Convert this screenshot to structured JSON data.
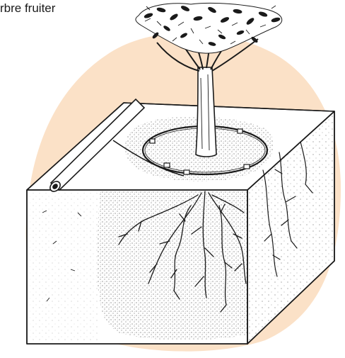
{
  "caption": "rbre fruiter",
  "colors": {
    "blob": "#fbe1c7",
    "ink": "#1a1a1a",
    "paper": "#ffffff"
  },
  "icons": [
    "tree-crown",
    "tree-trunk",
    "root-system",
    "drip-irrigation-ring",
    "supply-pipe",
    "soil-block"
  ]
}
